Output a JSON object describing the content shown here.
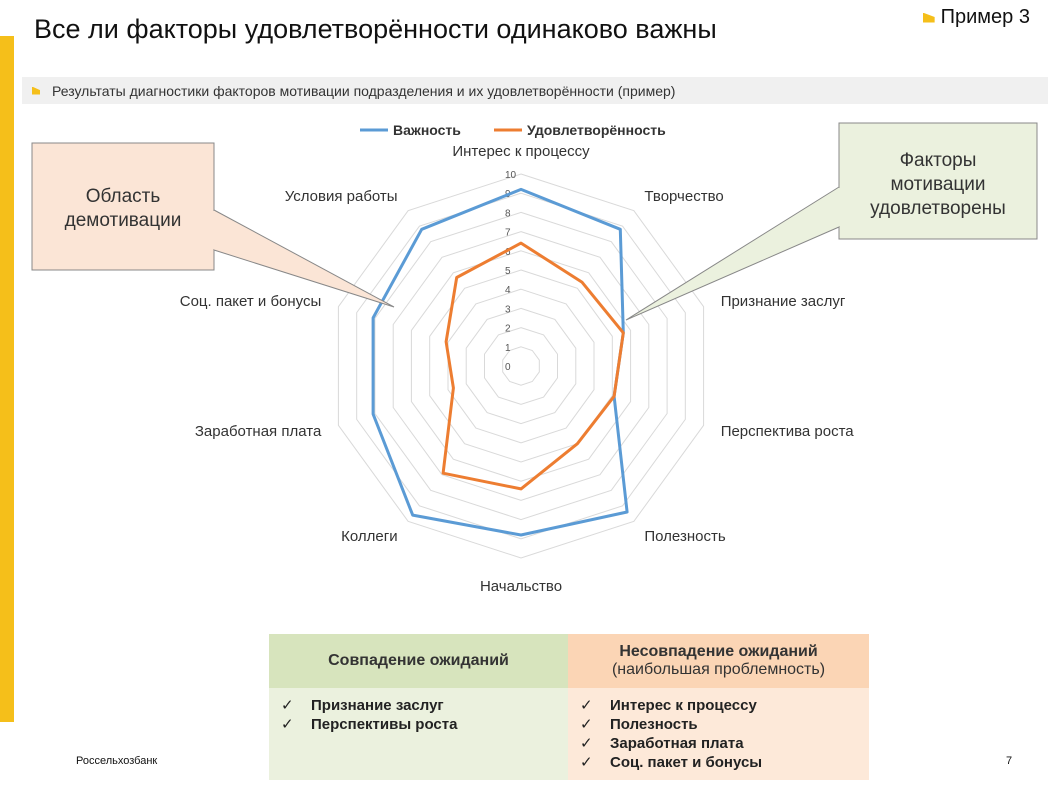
{
  "header": {
    "title": "Все ли факторы удовлетворённости одинаково важны",
    "example_tag": "Пример 3"
  },
  "subtitle": "Результаты диагностики факторов мотивации подразделения и их удовлетворённости (пример)",
  "callouts": {
    "demotivation": [
      "Область",
      "демотивации"
    ],
    "satisfied": [
      "Факторы",
      "мотивации",
      "удовлетворены"
    ]
  },
  "chart_data": {
    "type": "radar",
    "categories": [
      "Интерес к процессу",
      "Творчество",
      "Признание заслуг",
      "Перспектива роста",
      "Полезность",
      "Начальство",
      "Коллеги",
      "Заработная плата",
      "Соц. пакет и бонусы",
      "Условия работы"
    ],
    "series": [
      {
        "name": "Важность",
        "color": "#5b9bd5",
        "values": [
          9.2,
          8.8,
          5.6,
          5.1,
          9.4,
          8.8,
          9.6,
          8.1,
          8.1,
          8.8
        ]
      },
      {
        "name": "Удовлетворённость",
        "color": "#ed7d31",
        "values": [
          6.4,
          5.4,
          5.6,
          5.1,
          5.0,
          6.4,
          6.9,
          3.7,
          4.1,
          5.7
        ]
      }
    ],
    "r_range": [
      0,
      10
    ],
    "ticks": [
      0,
      1,
      2,
      3,
      4,
      5,
      6,
      7,
      8,
      9,
      10
    ],
    "legend_position": "top",
    "grid": true
  },
  "table": {
    "left": {
      "header": "Совпадение ожиданий",
      "items": [
        "Признание заслуг",
        "Перспективы роста"
      ]
    },
    "right": {
      "header": "Несовпадение ожиданий",
      "header_sub": "(наибольшая проблемность)",
      "items": [
        "Интерес к процессу",
        "Полезность",
        "Заработная плата",
        "Соц. пакет и бонусы"
      ]
    },
    "check_mark": "✓"
  },
  "footer": {
    "bank": "Россельхозбанк",
    "page": "7"
  }
}
